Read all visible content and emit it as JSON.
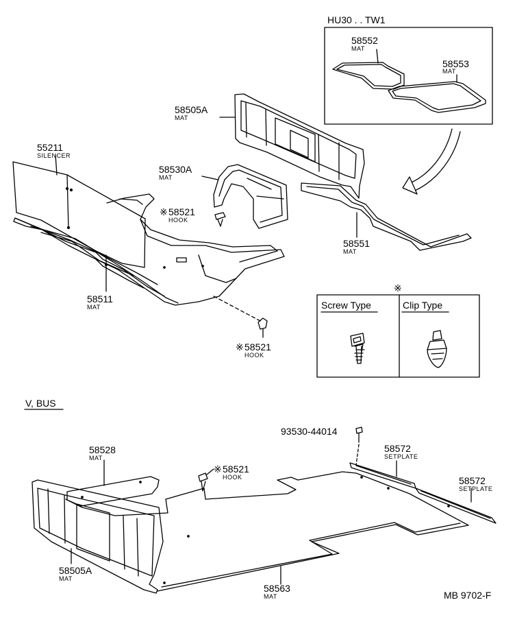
{
  "inset": {
    "title": "HU30 . . TW1"
  },
  "legend": {
    "symbol": "※",
    "screw_type": "Screw Type",
    "clip_type": "Clip Type",
    "mark": "※"
  },
  "sections": {
    "bus_title": "V, BUS"
  },
  "parts": {
    "p58552": {
      "num": "58552",
      "name": "MAT"
    },
    "p58553": {
      "num": "58553",
      "name": "MAT"
    },
    "p58505A_top": {
      "num": "58505A",
      "name": "MAT"
    },
    "p55211": {
      "num": "55211",
      "name": "SILENCER"
    },
    "p58530A": {
      "num": "58530A",
      "name": "MAT"
    },
    "p58521_a": {
      "num": "58521",
      "name": "HOOK"
    },
    "p58551": {
      "num": "58551",
      "name": "MAT"
    },
    "p58511": {
      "num": "58511",
      "name": "MAT"
    },
    "p58521_b": {
      "num": "58521",
      "name": "HOOK"
    },
    "p93530": {
      "num": "93530-44014"
    },
    "p58528": {
      "num": "58528",
      "name": "MAT"
    },
    "p58521_c": {
      "num": "58521",
      "name": "HOOK"
    },
    "p58572_a": {
      "num": "58572",
      "name": "SETPLATE"
    },
    "p58572_b": {
      "num": "58572",
      "name": "SETPLATE"
    },
    "p58505A_bot": {
      "num": "58505A",
      "name": "MAT"
    },
    "p58563": {
      "num": "58563",
      "name": "MAT"
    }
  },
  "footer": {
    "code": "MB 9702-F"
  }
}
